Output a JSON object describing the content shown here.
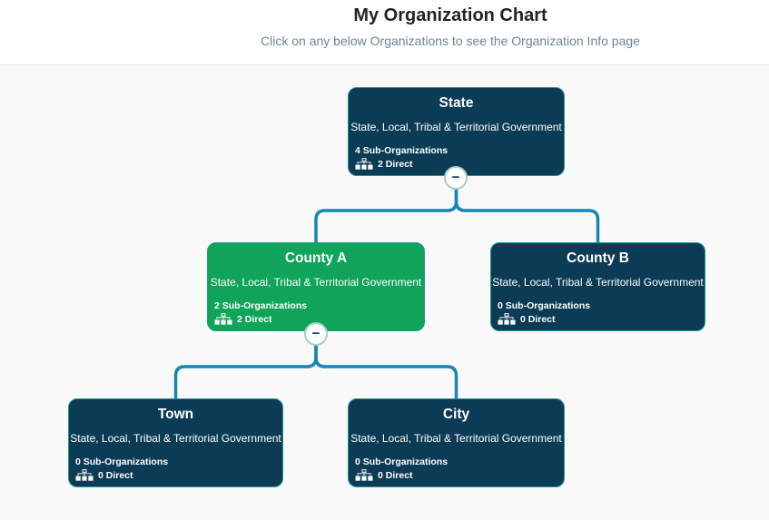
{
  "header": {
    "title": "My Organization Chart",
    "subtitle": "Click on any below Organizations to see the Organization Info page"
  },
  "controls": {
    "collapse_glyph": "−"
  },
  "nodes": [
    {
      "name": "State",
      "category": "State, Local, Tribal & Territorial Government",
      "sub_orgs": "4 Sub-Organizations",
      "direct": "2 Direct",
      "color": "#0c3b55",
      "children": [
        "County A",
        "County B"
      ],
      "expanded": true
    },
    {
      "name": "County A",
      "category": "State, Local, Tribal & Territorial Government",
      "sub_orgs": "2 Sub-Organizations",
      "direct": "2 Direct",
      "color": "#10a35a",
      "children": [
        "Town",
        "City"
      ],
      "expanded": true
    },
    {
      "name": "County B",
      "category": "State, Local, Tribal & Territorial Government",
      "sub_orgs": "0 Sub-Organizations",
      "direct": "0 Direct",
      "color": "#0c3b55",
      "children": [],
      "expanded": false
    },
    {
      "name": "Town",
      "category": "State, Local, Tribal & Territorial Government",
      "sub_orgs": "0 Sub-Organizations",
      "direct": "0 Direct",
      "color": "#0c3b55",
      "children": [],
      "expanded": false
    },
    {
      "name": "City",
      "category": "State, Local, Tribal & Territorial Government",
      "sub_orgs": "0 Sub-Organizations",
      "direct": "0 Direct",
      "color": "#0c3b55",
      "children": [],
      "expanded": false
    }
  ],
  "colors": {
    "node_navy": "#0c3b55",
    "node_green": "#10a35a",
    "node_border": "#219690",
    "connector": "#1786b5",
    "collapse_border": "#a5cfc8",
    "background": "#f9f9f9",
    "subtitle_text": "#6b8795",
    "title_text": "#212529"
  }
}
